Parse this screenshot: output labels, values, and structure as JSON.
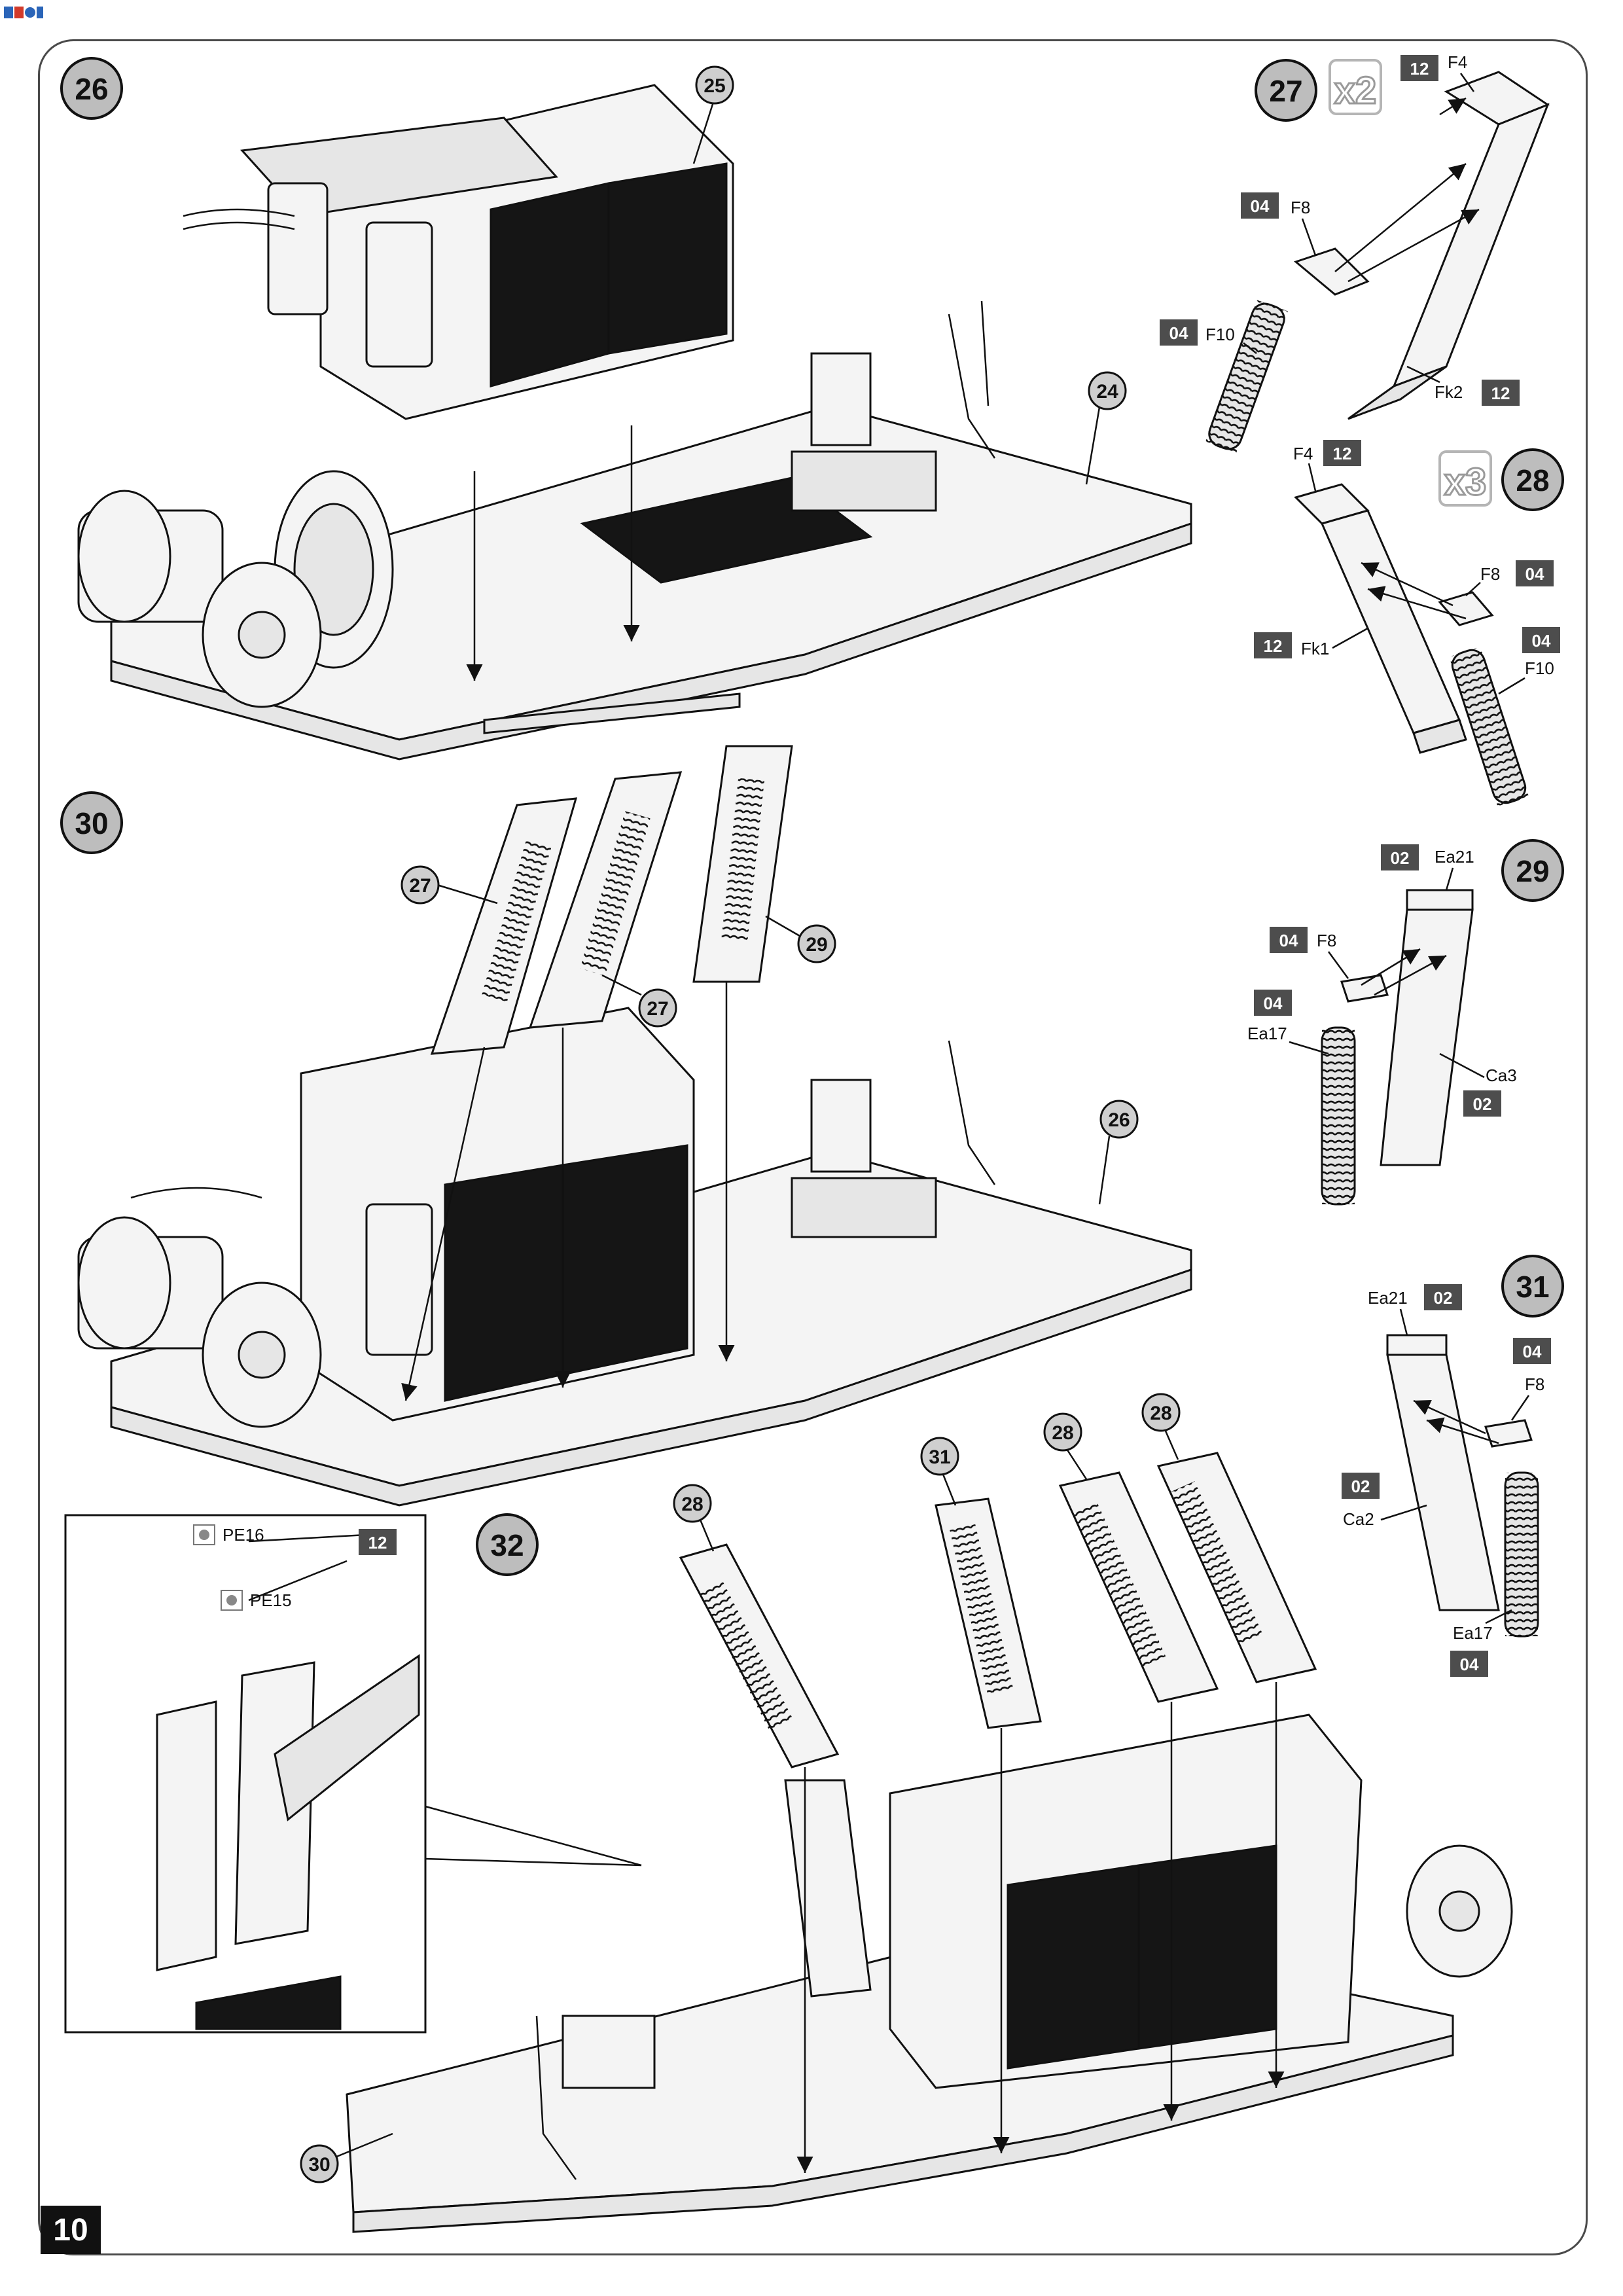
{
  "page": {
    "number": "10"
  },
  "steps": [
    {
      "id": "s26",
      "number": "26"
    },
    {
      "id": "s27",
      "number": "27",
      "multiplier": "x2"
    },
    {
      "id": "s28",
      "number": "28",
      "multiplier": "x3"
    },
    {
      "id": "s29",
      "number": "29"
    },
    {
      "id": "s30",
      "number": "30"
    },
    {
      "id": "s31",
      "number": "31"
    },
    {
      "id": "s32",
      "number": "32"
    }
  ],
  "references": {
    "r25": "25",
    "r24": "24",
    "r27a": "27",
    "r27b": "27",
    "r29": "29",
    "r26": "26",
    "r28a": "28",
    "r31": "31",
    "r28b": "28",
    "r28c": "28",
    "r30": "30"
  },
  "badges": {
    "b27_f4": "12",
    "b27_f8": "04",
    "b27_f10": "04",
    "b27_fk2": "12",
    "b28_f4": "12",
    "b28_f8": "04",
    "b28_f10": "04",
    "b28_fk1": "12",
    "b29_ea21": "02",
    "b29_f8": "04",
    "b29_ea17": "04",
    "b29_ca3": "02",
    "b31_ea21": "02",
    "b31_f8": "04",
    "b31_ca2": "02",
    "b31_ea17": "04",
    "b32_pe": "12"
  },
  "labels": {
    "l27_f4": "F4",
    "l27_f8": "F8",
    "l27_f10": "F10",
    "l27_fk2": "Fk2",
    "l28_f4": "F4",
    "l28_f8": "F8",
    "l28_f10": "F10",
    "l28_fk1": "Fk1",
    "l29_ea21": "Ea21",
    "l29_f8": "F8",
    "l29_ea17": "Ea17",
    "l29_ca3": "Ca3",
    "l31_ea21": "Ea21",
    "l31_f8": "F8",
    "l31_ca2": "Ca2",
    "l31_ea17": "Ea17",
    "l32_pe16": "PE16",
    "l32_pe15": "PE15"
  },
  "colors": {
    "badge": "#4d4d4d",
    "step_circle": "#bdbdbd",
    "radiator": "#151515",
    "frame": "#4a4a4a"
  }
}
